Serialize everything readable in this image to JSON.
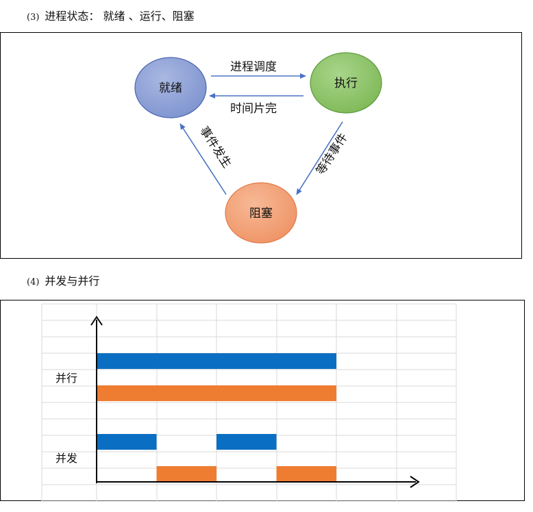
{
  "section3": {
    "number": "(3)",
    "title": "进程状态：  就绪 、运行、阻塞"
  },
  "state_diagram": {
    "nodes": {
      "ready": "就绪",
      "running": "执行",
      "blocked": "阻塞"
    },
    "edges": {
      "schedule": "进程调度",
      "timeslice": "时间片完",
      "wait": "等待事件",
      "occur": "事件发生"
    },
    "colors": {
      "ready_fill": "#8fa3d6",
      "ready_stroke": "#4a64b0",
      "running_fill": "#8fc56a",
      "running_stroke": "#5b9a3c",
      "blocked_fill": "#f2a07a",
      "blocked_stroke": "#e07a4a",
      "arrow": "#4a72c4"
    }
  },
  "section4": {
    "number": "(4)",
    "title": "并发与并行"
  },
  "timeline": {
    "labels": {
      "parallel": "并行",
      "concurrent": "并发"
    },
    "colors": {
      "blue": "#0a6fc2",
      "orange": "#ee7d32",
      "grid": "#d9d9d9"
    },
    "slots": 4,
    "bars": {
      "parallel_blue": [
        [
          0,
          4
        ]
      ],
      "parallel_orange": [
        [
          0,
          4
        ]
      ],
      "concurrent_blue": [
        [
          0,
          1
        ],
        [
          2,
          3
        ]
      ],
      "concurrent_orange": [
        [
          1,
          2
        ],
        [
          3,
          4
        ]
      ]
    }
  }
}
